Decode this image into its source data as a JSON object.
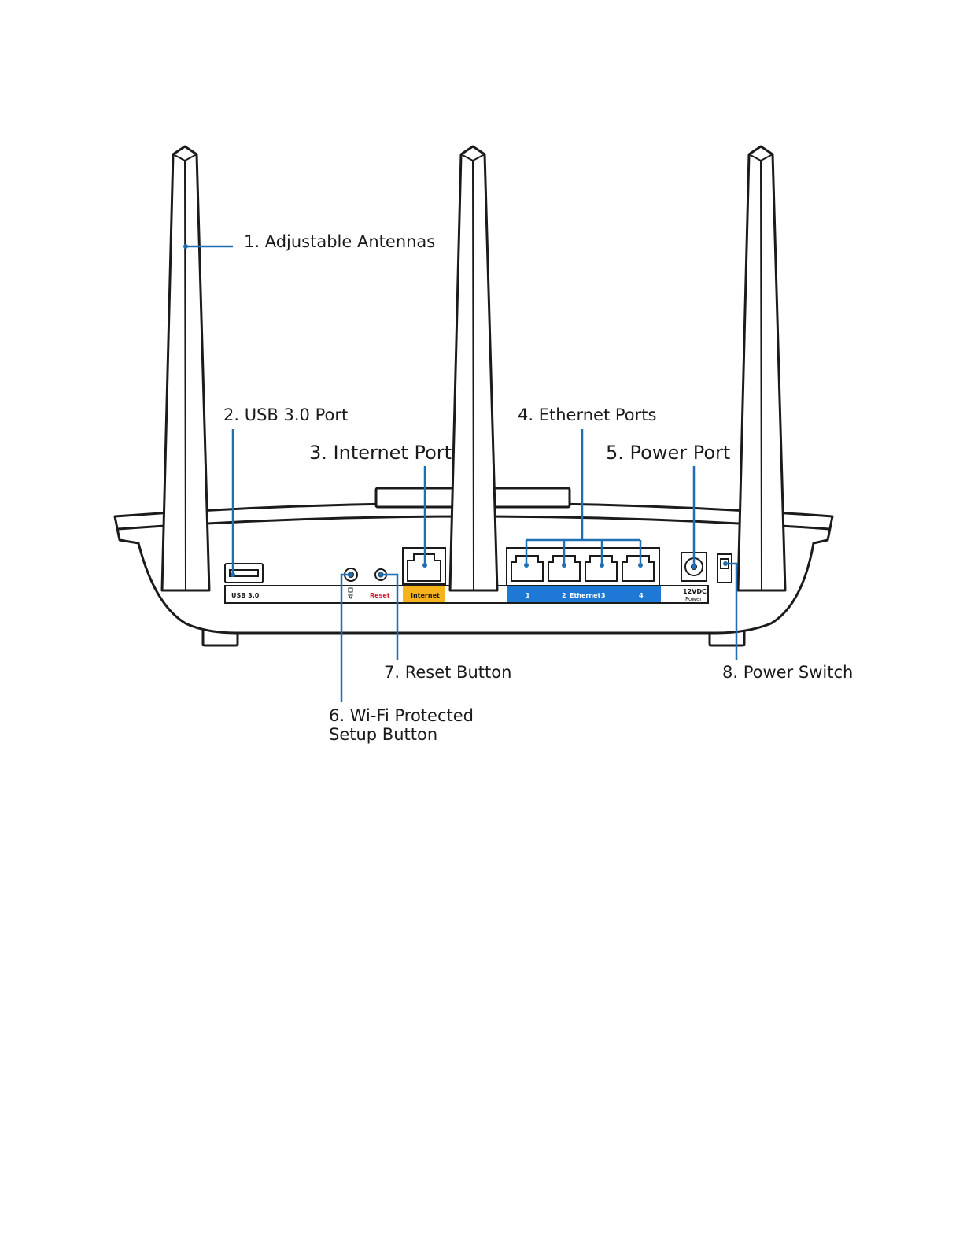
{
  "colors": {
    "outline": "#1b1b1b",
    "leader": "#1f6fb5",
    "internet_label": "#f6b21b",
    "ethernet_label": "#1e78d6",
    "reset_text": "#d41b2c"
  },
  "callouts": {
    "antennas": "1. Adjustable Antennas",
    "usb": "2. USB 3.0 Port",
    "internet": "3. Internet Port",
    "ethernet": "4. Ethernet Ports",
    "power_port": "5. Power Port",
    "wps_line1": "6. Wi-Fi Protected",
    "wps_line2": "Setup Button",
    "reset": "7. Reset Button",
    "power_switch": "8. Power Switch"
  },
  "panel": {
    "usb": "USB 3.0",
    "reset": "Reset",
    "internet": "Internet",
    "eth_1": "1",
    "eth_2": "2",
    "eth_word": "Ethernet",
    "eth_3": "3",
    "eth_4": "4",
    "power_volt": "12VDC",
    "power_word": "Power"
  }
}
